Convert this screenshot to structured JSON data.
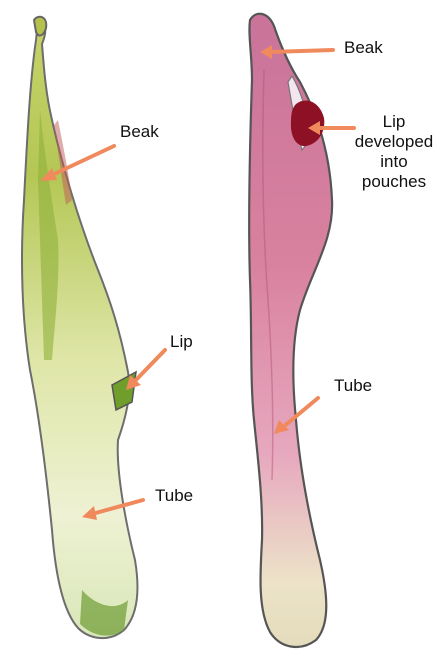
{
  "labels": {
    "left": {
      "beak": "Beak",
      "lip": "Lip",
      "tube": "Tube"
    },
    "right": {
      "beak": "Beak",
      "lip_lines": [
        "Lip",
        "developed",
        "into",
        "pouches"
      ],
      "tube": "Tube"
    }
  },
  "colors": {
    "arrow": "#f08a5d",
    "left_flower_green": "#a9c24a",
    "left_flower_pale": "#eef0d6",
    "right_flower_pink": "#d4809f",
    "right_flower_dark_pouch": "#8e1024",
    "right_flower_base": "#e9e2c8"
  }
}
